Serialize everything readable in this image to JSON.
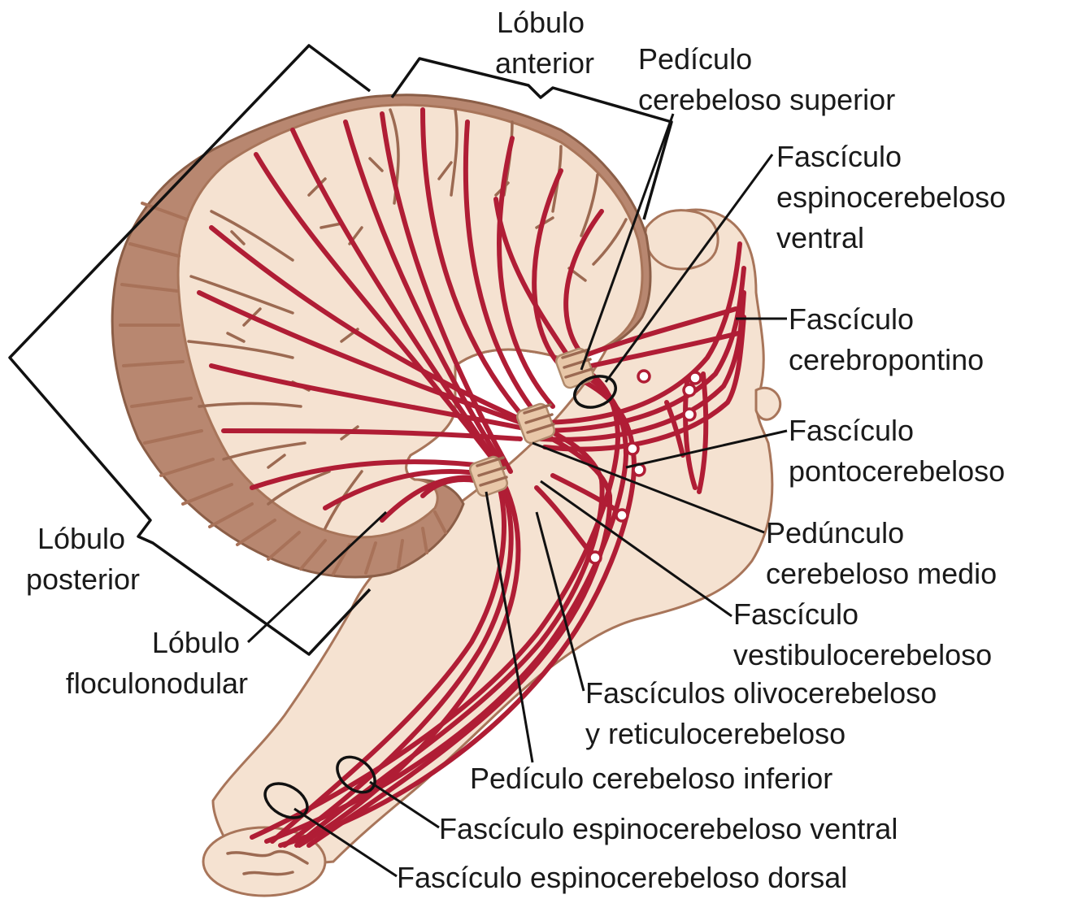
{
  "labels": {
    "lobulo_anterior": [
      "Lóbulo",
      "anterior"
    ],
    "pediculo_superior": [
      "Pedículo",
      "cerebeloso superior"
    ],
    "espino_ventral_top": [
      "Fascículo",
      "espinocerebeloso",
      "ventral"
    ],
    "cerebropontino": [
      "Fascículo",
      "cerebropontino"
    ],
    "pontocerebeloso": [
      "Fascículo",
      "pontocerebeloso"
    ],
    "pedunculo_medio": [
      "Pedúnculo",
      "cerebeloso medio"
    ],
    "vestibulocerebeloso": [
      "Fascículo",
      "vestibulocerebeloso"
    ],
    "olivo_reticulo": [
      "Fascículos olivocerebeloso",
      "y reticulocerebeloso"
    ],
    "pediculo_inferior": [
      "Pedículo cerebeloso inferior"
    ],
    "espino_ventral_bottom": [
      "Fascículo espinocerebeloso ventral"
    ],
    "espino_dorsal": [
      "Fascículo espinocerebeloso dorsal"
    ],
    "lobulo_posterior": [
      "Lóbulo",
      "posterior"
    ],
    "lobulo_floculonodular": [
      "Lóbulo",
      "floculonodular"
    ]
  },
  "colors": {
    "tract": "#b01d35",
    "tissue": "#f5e2d1",
    "cortex": "#b88770",
    "leader": "#111111"
  }
}
